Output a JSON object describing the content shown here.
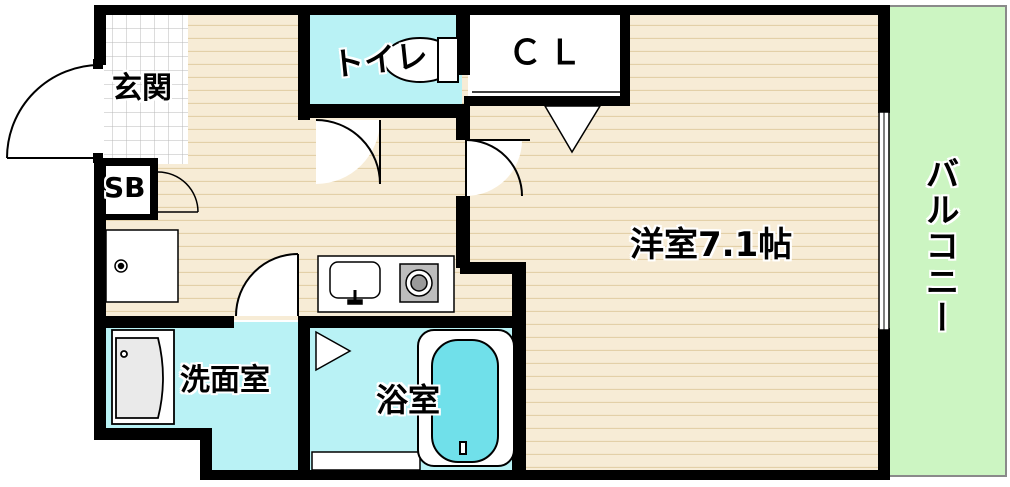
{
  "rooms": {
    "entrance": "玄関",
    "toilet": "トイレ",
    "closet": "ＣＬ",
    "shoe_box": "SB",
    "western_room": "洋室7.1帖",
    "washroom": "洗面室",
    "bathroom": "浴室",
    "balcony": "バルコニー"
  },
  "colors": {
    "floor": "#f7ecd6",
    "floor_lines": "#e3d0a8",
    "wet_area": "#b9f2f5",
    "balcony": "#ccf5c2",
    "wall": "#000000"
  }
}
